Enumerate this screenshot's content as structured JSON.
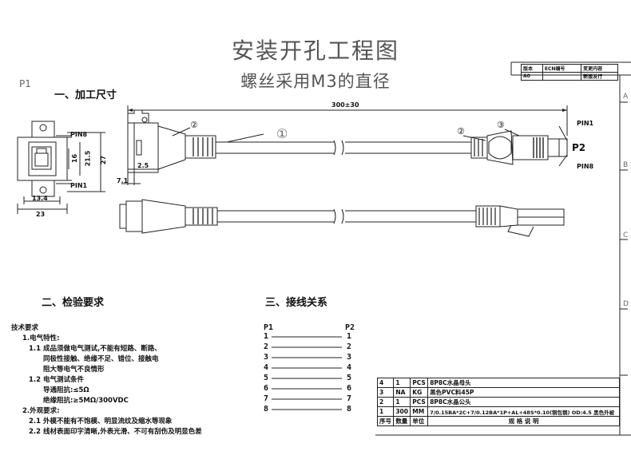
{
  "title": "安装开孔工程图",
  "subtitle": "螺丝采用M3的直径",
  "page_label": "P1",
  "sections": {
    "dims": "一、加工尺寸",
    "inspect": "二、检验要求",
    "wiring": "三、接线关系"
  },
  "dims": {
    "length": "300±30",
    "w23": "23",
    "w13_4": "13.4",
    "h16": "16",
    "h21_5": "21.5",
    "h27": "27",
    "d2_5": "2.5",
    "d7_1": "7.1"
  },
  "labels": {
    "pin8_left": "PIN8",
    "pin1_left": "PIN1",
    "pin1_right": "PIN1",
    "pin8_right": "PIN8",
    "p2_right": "P2",
    "c1": "①",
    "c2a": "②",
    "c2b": "②",
    "c3": "③"
  },
  "tech": {
    "heading": "技术要求",
    "lines": [
      "1.电气特性:",
      "1.1 成品须做电气测试,不能有短路、断路、",
      "同极性接触、绝缘不足、错位、接触电",
      "阻大等电气不良情形",
      "1.2 电气测试条件",
      "导通阻抗:≤5Ω",
      "绝缘阻抗:≥5MΩ/300VDC",
      "2.外观要求:",
      "2.1 外模不能有不饱模、明显流纹及缩水等现象",
      "2.2 线材表面印字清晰,外表光滑、不可有刮伤及明显色差"
    ]
  },
  "wiring": {
    "p1": "P1",
    "p2": "P2",
    "pins": [
      "1",
      "2",
      "3",
      "4",
      "5",
      "6",
      "7",
      "8"
    ]
  },
  "bom": {
    "rows": [
      [
        "4",
        "1",
        "PCS",
        "8P8C水晶母头"
      ],
      [
        "3",
        "NA",
        "KG",
        "黑色PVC料45P"
      ],
      [
        "2",
        "1",
        "PCS",
        "8P8C水晶公头"
      ],
      [
        "1",
        "300",
        "MM",
        "7/0.15BA*2C+7/0.12BA*1P+AL+48S*0.10(铜包钢) OD:4.5 黑色外被"
      ]
    ],
    "header": [
      "序号",
      "数量",
      "单位",
      "规 格 说 明"
    ],
    "footer_label": "规 格 说 明"
  },
  "revision": {
    "rows": [
      [
        "版本",
        "ECN编号",
        "变更内容"
      ],
      [
        "A0",
        "",
        "新版发行"
      ]
    ]
  },
  "border_letters": [
    "A",
    "B",
    "C",
    "D"
  ],
  "colors": {
    "line": "#222222",
    "title": "#555555"
  }
}
